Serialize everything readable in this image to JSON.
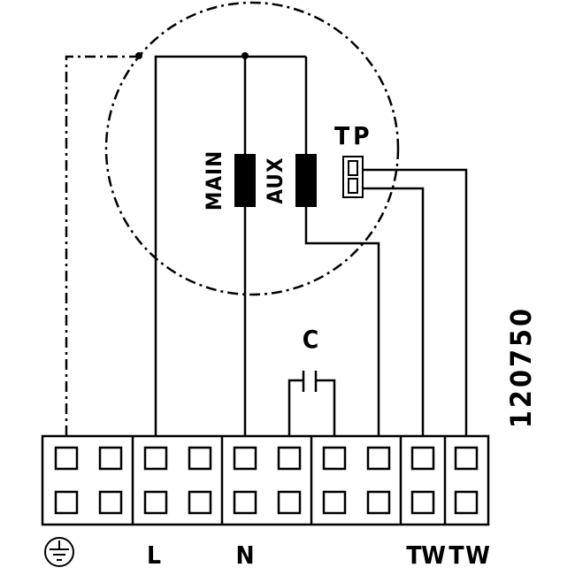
{
  "diagram": {
    "labels": {
      "main": "MAIN",
      "aux": "AUX",
      "tp": "TP",
      "capacitor": "C",
      "code": "120750"
    },
    "terminals": {
      "ground_icon": "earth-ground-icon",
      "L": "L",
      "N": "N",
      "T1": "T",
      "W1": "W",
      "T2": "T",
      "W2": "W"
    }
  }
}
